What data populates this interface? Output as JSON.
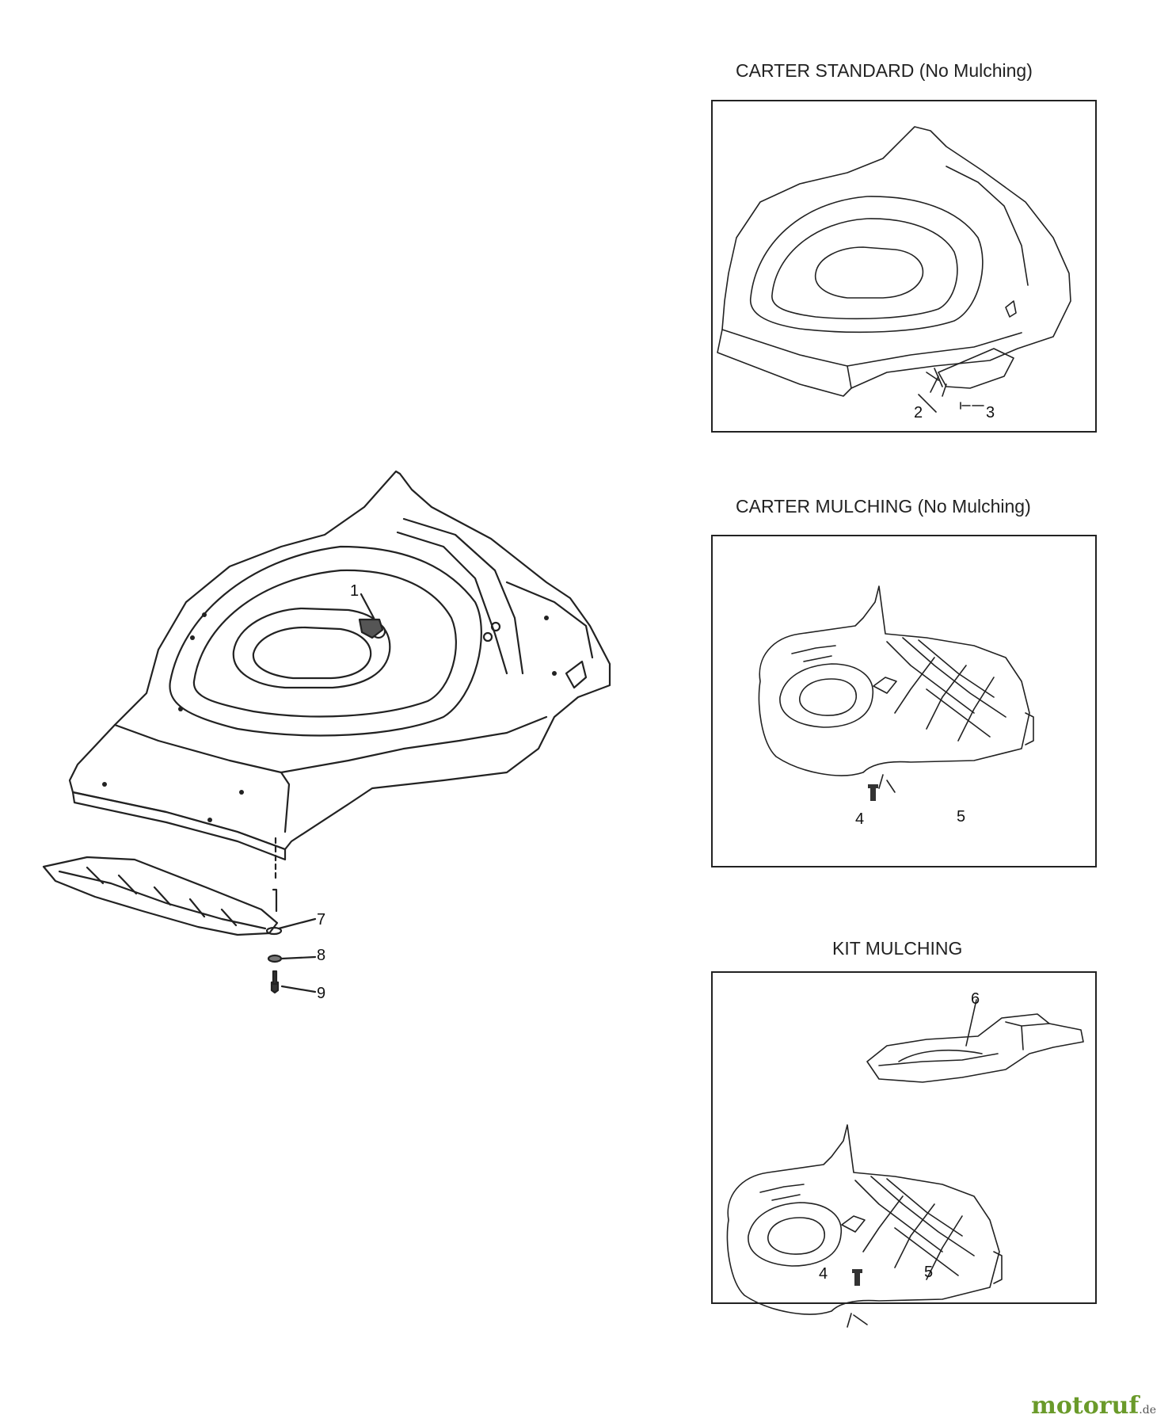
{
  "panels": {
    "standard": {
      "title": "CARTER STANDARD (No Mulching)"
    },
    "mulching": {
      "title": "CARTER MULCHING (No Mulching)"
    },
    "kit": {
      "title": "KIT MULCHING"
    }
  },
  "callouts": {
    "main": [
      "1",
      "7",
      "8",
      "9"
    ],
    "standard": [
      "2",
      "3"
    ],
    "mulching": [
      "4",
      "5"
    ],
    "kit": [
      "6",
      "4",
      "5"
    ]
  },
  "watermark": {
    "brand": "motoruf",
    "suffix": ".de"
  }
}
